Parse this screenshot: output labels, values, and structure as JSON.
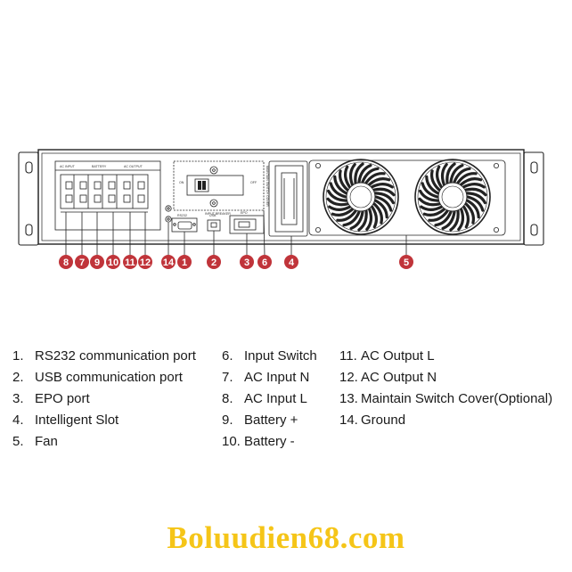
{
  "panel": {
    "breaker_label": "INPUT BREAKER",
    "breaker_on": "ON",
    "breaker_off": "OFF",
    "rs232_label": "RS232",
    "usb_label": "USB",
    "epo_label": "EPO",
    "terminal_labels": [
      "AC INPUT",
      "BATTERY",
      "AC OUTPUT"
    ],
    "slot_label": "MAINTAIN SWITCH COVER"
  },
  "callouts": [
    "8",
    "7",
    "9",
    "10",
    "11",
    "12",
    "14",
    "1",
    "2",
    "3",
    "6",
    "4",
    "5"
  ],
  "legend": {
    "col1": [
      {
        "num": "1.",
        "text": "RS232 communication port"
      },
      {
        "num": "2.",
        "text": "USB communication port"
      },
      {
        "num": "3.",
        "text": "EPO port"
      },
      {
        "num": "4.",
        "text": "Intelligent Slot"
      },
      {
        "num": "5.",
        "text": "Fan"
      }
    ],
    "col2": [
      {
        "num": "6.",
        "text": "Input Switch"
      },
      {
        "num": "7.",
        "text": "AC Input N"
      },
      {
        "num": "8.",
        "text": "AC Input L"
      },
      {
        "num": "9.",
        "text": "Battery +"
      },
      {
        "num": "10.",
        "text": "Battery -"
      }
    ],
    "col3": [
      {
        "num": "11.",
        "text": "AC Output L"
      },
      {
        "num": "12.",
        "text": "AC Output N"
      },
      {
        "num": "13.",
        "text": "Maintain Switch Cover(Optional)"
      },
      {
        "num": "14.",
        "text": "Ground"
      }
    ]
  },
  "watermark": "Boluudien68.com",
  "colors": {
    "callout": "#c0343a",
    "watermark": "#f5c518",
    "line": "#222222"
  }
}
